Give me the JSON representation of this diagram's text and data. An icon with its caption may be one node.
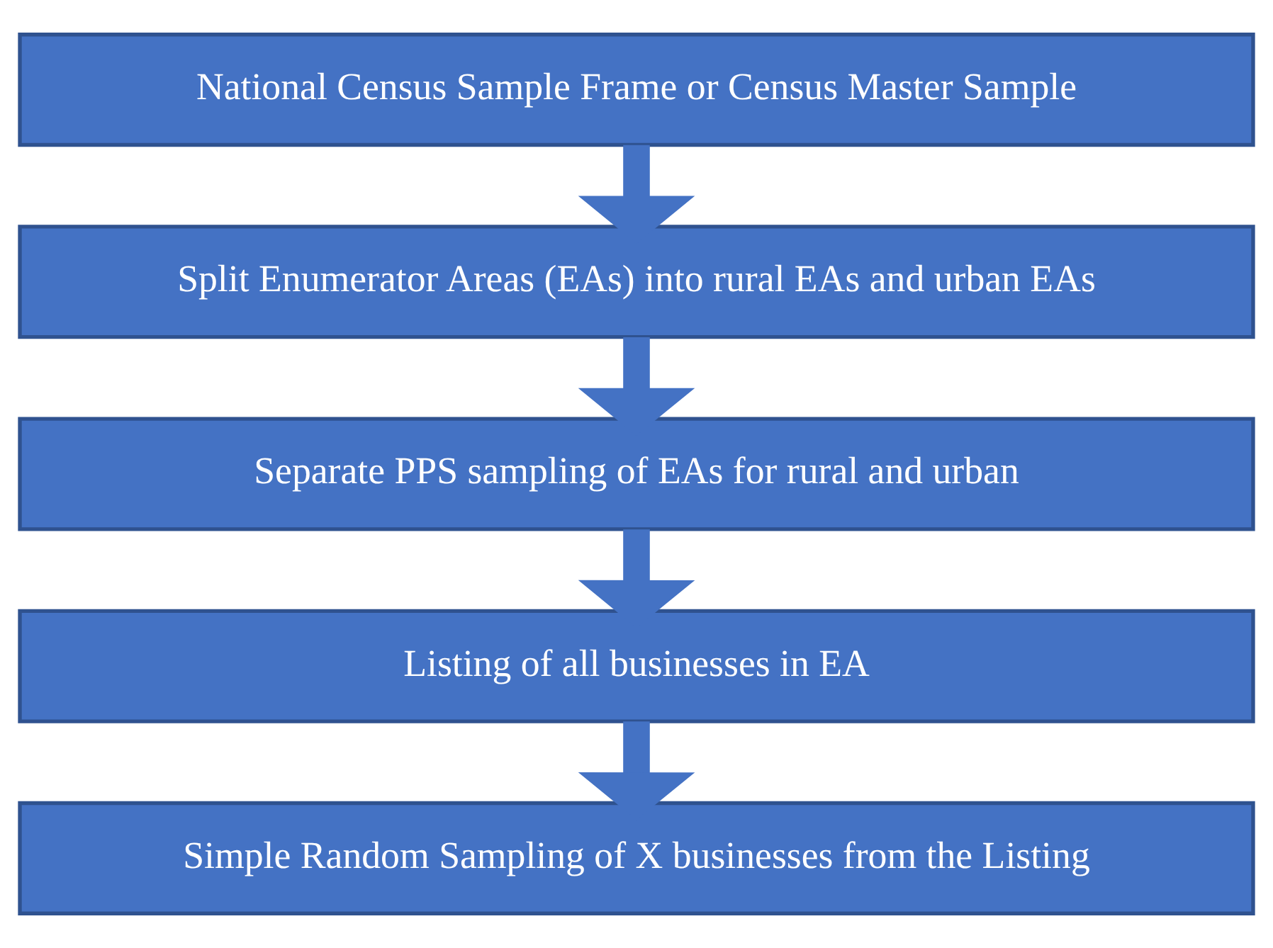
{
  "diagram": {
    "nodes": [
      {
        "text": [
          "National Census Sample Frame or Census Master Sample"
        ]
      },
      {
        "text": [
          "Split Enumerator Areas (EAs) into rural EAs and urban EAs"
        ]
      },
      {
        "text": [
          "Separate PPS sampling of EAs for rural and urban"
        ]
      },
      {
        "text": [
          "Listing of all businesses in EA"
        ]
      },
      {
        "text": [
          "Simple Random Sampling of X businesses from the Listing"
        ]
      }
    ],
    "edges": [
      {
        "from": 0,
        "to": 1,
        "arrow": "to"
      },
      {
        "from": 1,
        "to": 2,
        "arrow": "to"
      },
      {
        "from": 2,
        "to": 3,
        "arrow": "to"
      },
      {
        "from": 3,
        "to": 4,
        "arrow": "to"
      }
    ]
  }
}
